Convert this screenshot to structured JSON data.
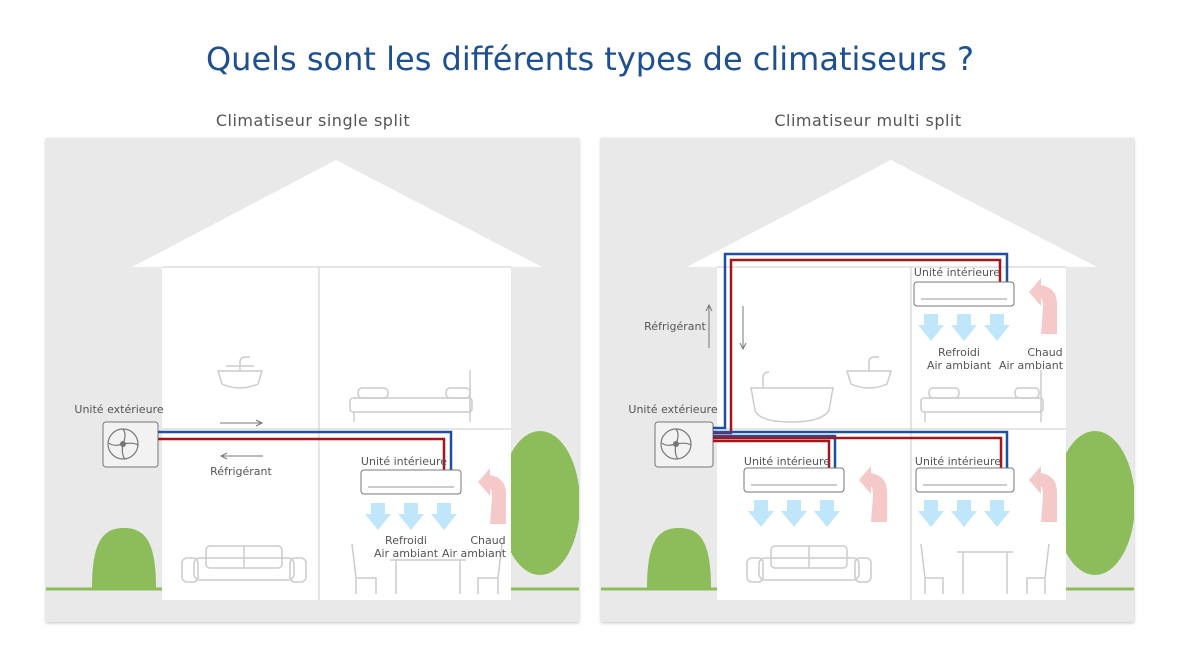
{
  "title": "Quels sont les différents types de climatiseurs ?",
  "colors": {
    "title": "#1d4f91",
    "cold_pipe": "#1f4fa3",
    "hot_pipe": "#a4161a",
    "cold_air": "#bfe6fa",
    "hot_air": "#f6c9c9",
    "tree": "#8cbd5a"
  },
  "panels": [
    {
      "subtitle": "Climatiseur single split",
      "outdoor_label": "Unité extérieure",
      "refrigerant_label": "Réfrigérant",
      "indoor_label": "Unité intérieure",
      "cold_label": [
        "Refroidi",
        "Air ambiant"
      ],
      "hot_label": [
        "Chaud",
        "Air ambiant"
      ]
    },
    {
      "subtitle": "Climatiseur multi split",
      "outdoor_label": "Unité extérieure",
      "refrigerant_label": "Réfrigérant",
      "indoor_labels": [
        "Unité intérieure",
        "Unité intérieure",
        "Unité intérieure"
      ],
      "cold_label": [
        "Refroidi",
        "Air ambiant"
      ],
      "hot_label": [
        "Chaud",
        "Air ambiant"
      ]
    }
  ]
}
